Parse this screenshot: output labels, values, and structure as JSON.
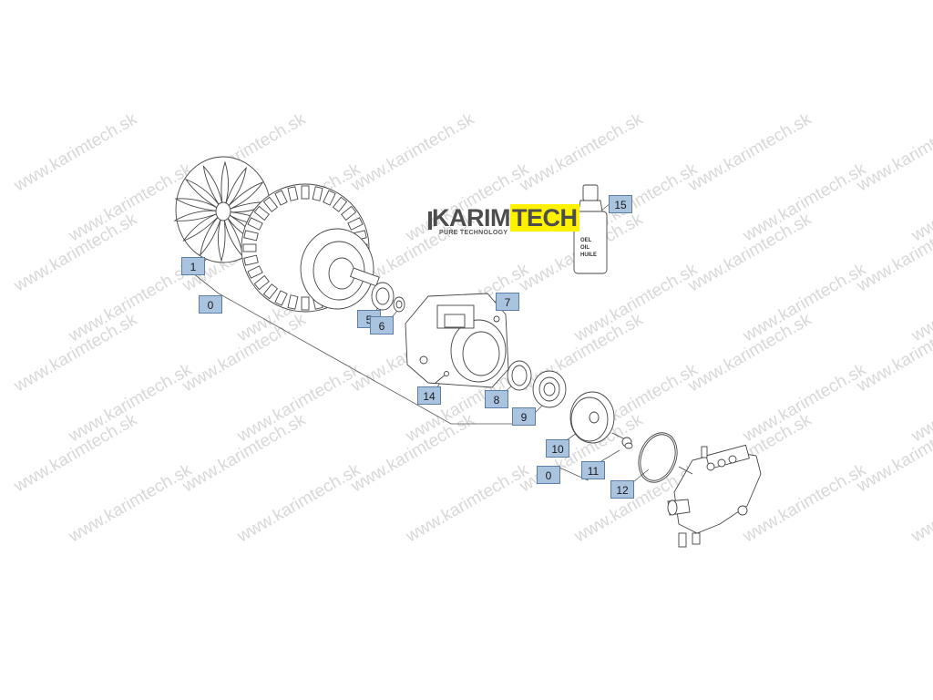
{
  "diagram": {
    "watermark": "www.karimtech.sk",
    "logo": {
      "brand_part1": "KARIM",
      "brand_part2": "TECH",
      "tagline": "PURE TECHNOLOGY",
      "accent_color": "#fff200"
    },
    "bottle_label": [
      "OEL",
      "OIL",
      "HUILE"
    ],
    "callouts": {
      "c1": "1",
      "c0a": "0",
      "c5": "5",
      "c6": "6",
      "c7": "7",
      "c8": "8",
      "c9": "9",
      "c10": "10",
      "c0b": "0",
      "c11": "11",
      "c12": "12",
      "c14": "14",
      "c15": "15"
    },
    "callout_color": "#aac3df"
  }
}
